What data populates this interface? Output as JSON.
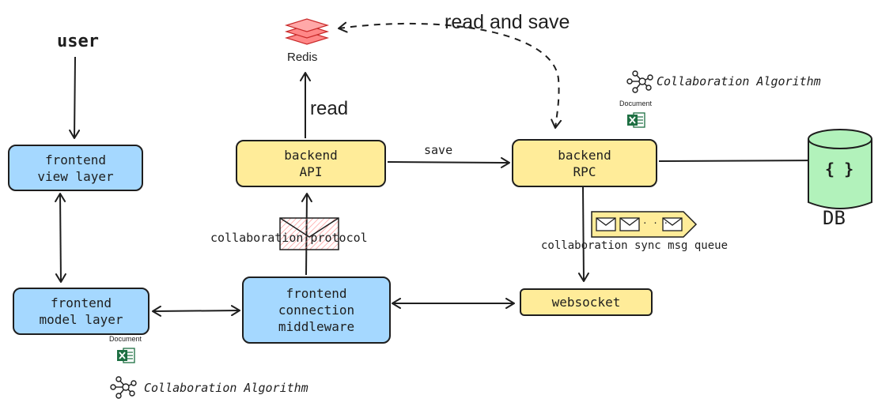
{
  "nodes": {
    "user": "user",
    "redis": "Redis",
    "view_layer": "frontend\nview layer",
    "backend_api": "backend\nAPI",
    "backend_rpc": "backend\nRPC",
    "model_layer": "frontend\nmodel layer",
    "connection_middleware": "frontend\nconnection\nmiddleware",
    "websocket": "websocket",
    "db_icon": "{ }",
    "db": "DB"
  },
  "edge_labels": {
    "read_and_save": "read and save",
    "read": "read",
    "save": "save",
    "collaboration_protocol": "collaboration protocol",
    "collaboration_sync_queue": "collaboration sync msg queue"
  },
  "annotations": {
    "collab_algo_top": "Collaboration Algorithm",
    "collab_algo_bottom": "Collaboration Algorithm",
    "document_top": "Document",
    "document_bottom": "Document",
    "queue_ellipsis": "· · ·"
  },
  "colors": {
    "frontend_fill": "#a5d8ff",
    "backend_fill": "#ffec99",
    "db_fill": "#b2f2bb",
    "redis_red": "#ff8787",
    "stroke": "#1e1e1e",
    "excel_green": "#1d6f42"
  },
  "icons": [
    "redis-stack-icon",
    "network-icon",
    "excel-document-icon",
    "envelope-icon",
    "database-cylinder-icon"
  ]
}
